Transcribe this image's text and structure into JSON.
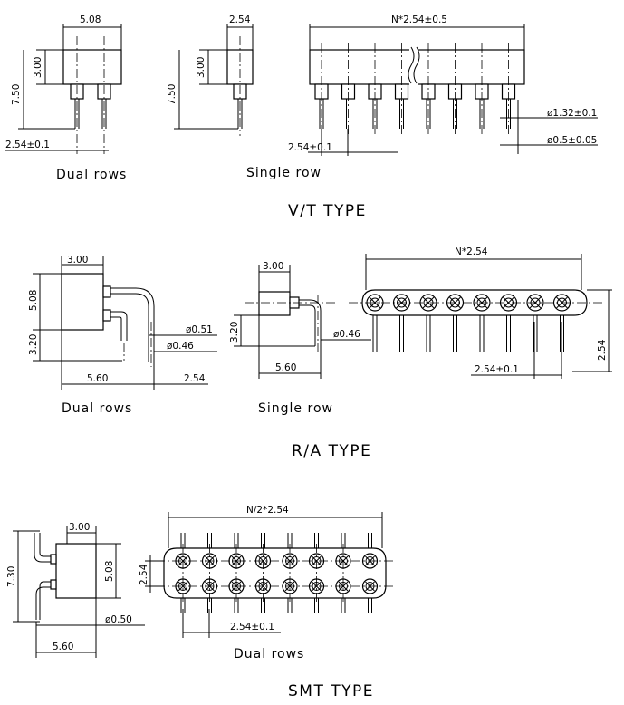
{
  "sections": {
    "vt": {
      "title": "V/T TYPE",
      "dual_caption": "Dual rows",
      "single_caption": "Single row",
      "dims": {
        "dual_width": "5.08",
        "dual_body_height": "3.00",
        "dual_total_height": "7.50",
        "dual_pitch": "2.54±0.1",
        "single_width": "2.54",
        "single_body_height": "3.00",
        "single_total_height": "7.50",
        "strip_length": "N*2.54±0.5",
        "strip_pitch": "2.54±0.1",
        "pin_dia_large": "ø1.32±0.1",
        "pin_dia_small": "ø0.5±0.05"
      }
    },
    "ra": {
      "title": "R/A TYPE",
      "dual_caption": "Dual rows",
      "single_caption": "Single row",
      "dims": {
        "dual_top": "3.00",
        "dual_body_height": "5.08",
        "dual_lower": "3.20",
        "dual_dia_a": "ø0.51",
        "dual_dia_b": "ø0.46",
        "dual_bottom_left": "5.60",
        "dual_bottom_right": "2.54",
        "single_top": "3.00",
        "single_lower": "3.20",
        "single_dia": "ø0.46",
        "single_bottom": "5.60",
        "strip_length": "N*2.54",
        "strip_pitch": "2.54±0.1",
        "strip_height": "2.54"
      }
    },
    "smt": {
      "title": "SMT TYPE",
      "dual_caption": "Dual rows",
      "dims": {
        "top": "3.00",
        "total_height": "7.30",
        "body_height": "5.08",
        "dia": "ø0.50",
        "bottom": "5.60",
        "grid_length": "N/2*2.54",
        "grid_row_spacing": "2.54",
        "grid_pitch": "2.54±0.1"
      }
    }
  }
}
